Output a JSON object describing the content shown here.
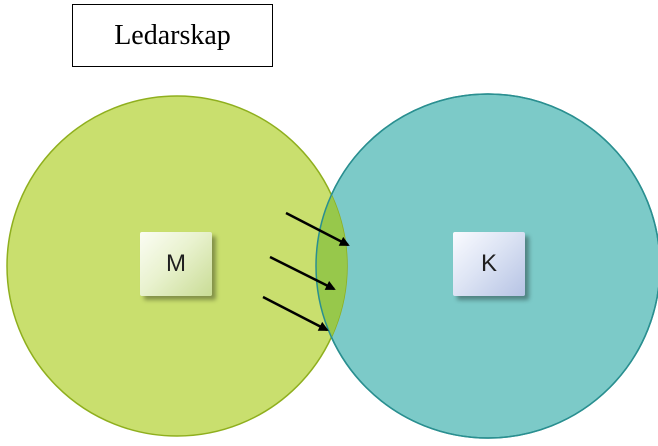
{
  "title": "Ledarskap",
  "circles": [
    {
      "id": "left",
      "label": "M",
      "fill": "#c9df6e",
      "stroke": "#8faf1e"
    },
    {
      "id": "right",
      "label": "K",
      "fill": "#7ccac8",
      "stroke": "#2a8f90"
    }
  ],
  "overlap_fill": "#97c84b",
  "arrow_color": "#000000",
  "arrow_count": 3
}
